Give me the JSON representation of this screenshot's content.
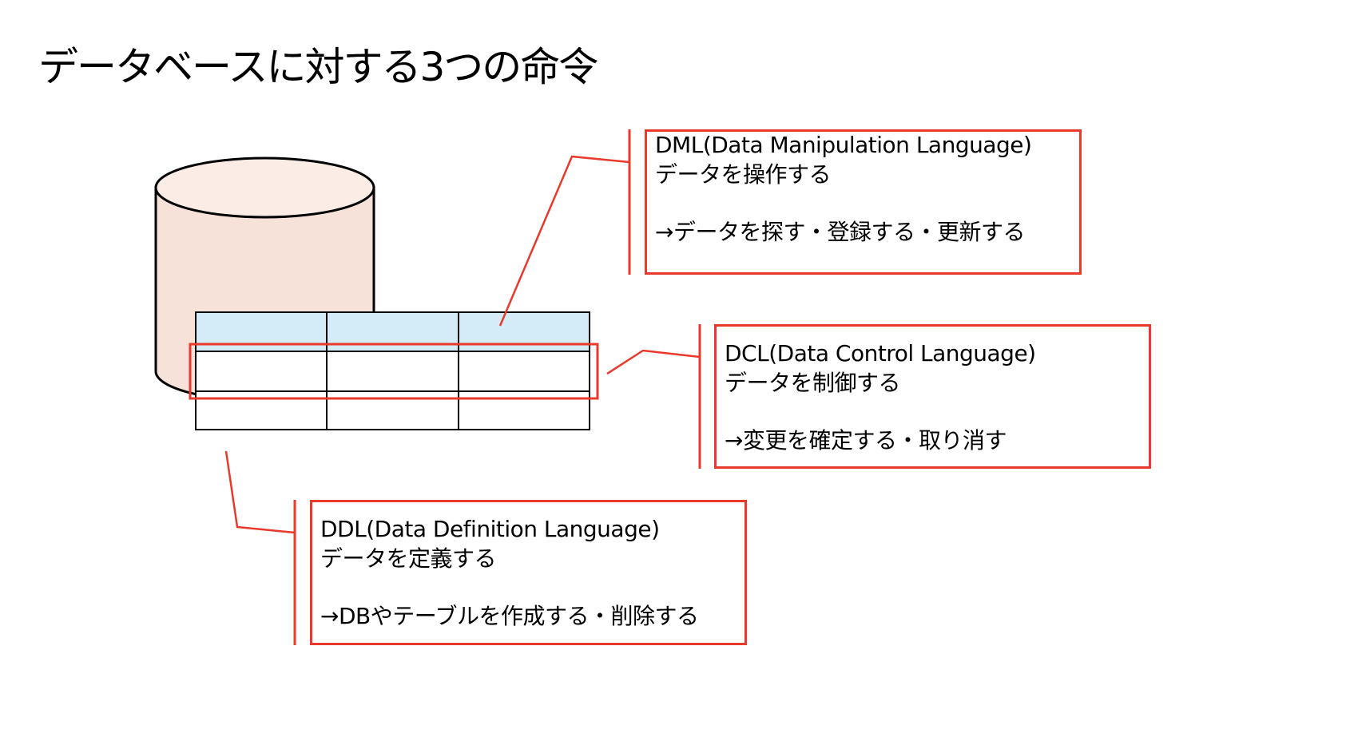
{
  "slide": {
    "title": "データベースに対する3つの命令"
  },
  "colors": {
    "accent_red": "#e8392b",
    "cylinder_top": "#fbede6",
    "cylinder_body": "#f6e2d9",
    "table_header": "#d3ecf7",
    "outline": "#000000"
  },
  "callouts": {
    "dml": {
      "heading": "DML(Data Manipulation Language)",
      "summary": "データを操作する",
      "detail": "→データを探す・登録する・更新する"
    },
    "dcl": {
      "heading": "DCL(Data Control Language)",
      "summary": "データを制御する",
      "detail": "→変更を確定する・取り消す"
    },
    "ddl": {
      "heading": "DDL(Data Definition Language)",
      "summary": "データを定義する",
      "detail": "→DBやテーブルを作成する・削除する"
    }
  },
  "figure": {
    "database_icon": "database-cylinder-icon",
    "table_icon": "table-grid-icon",
    "table_rows": 3,
    "table_columns": 3
  }
}
